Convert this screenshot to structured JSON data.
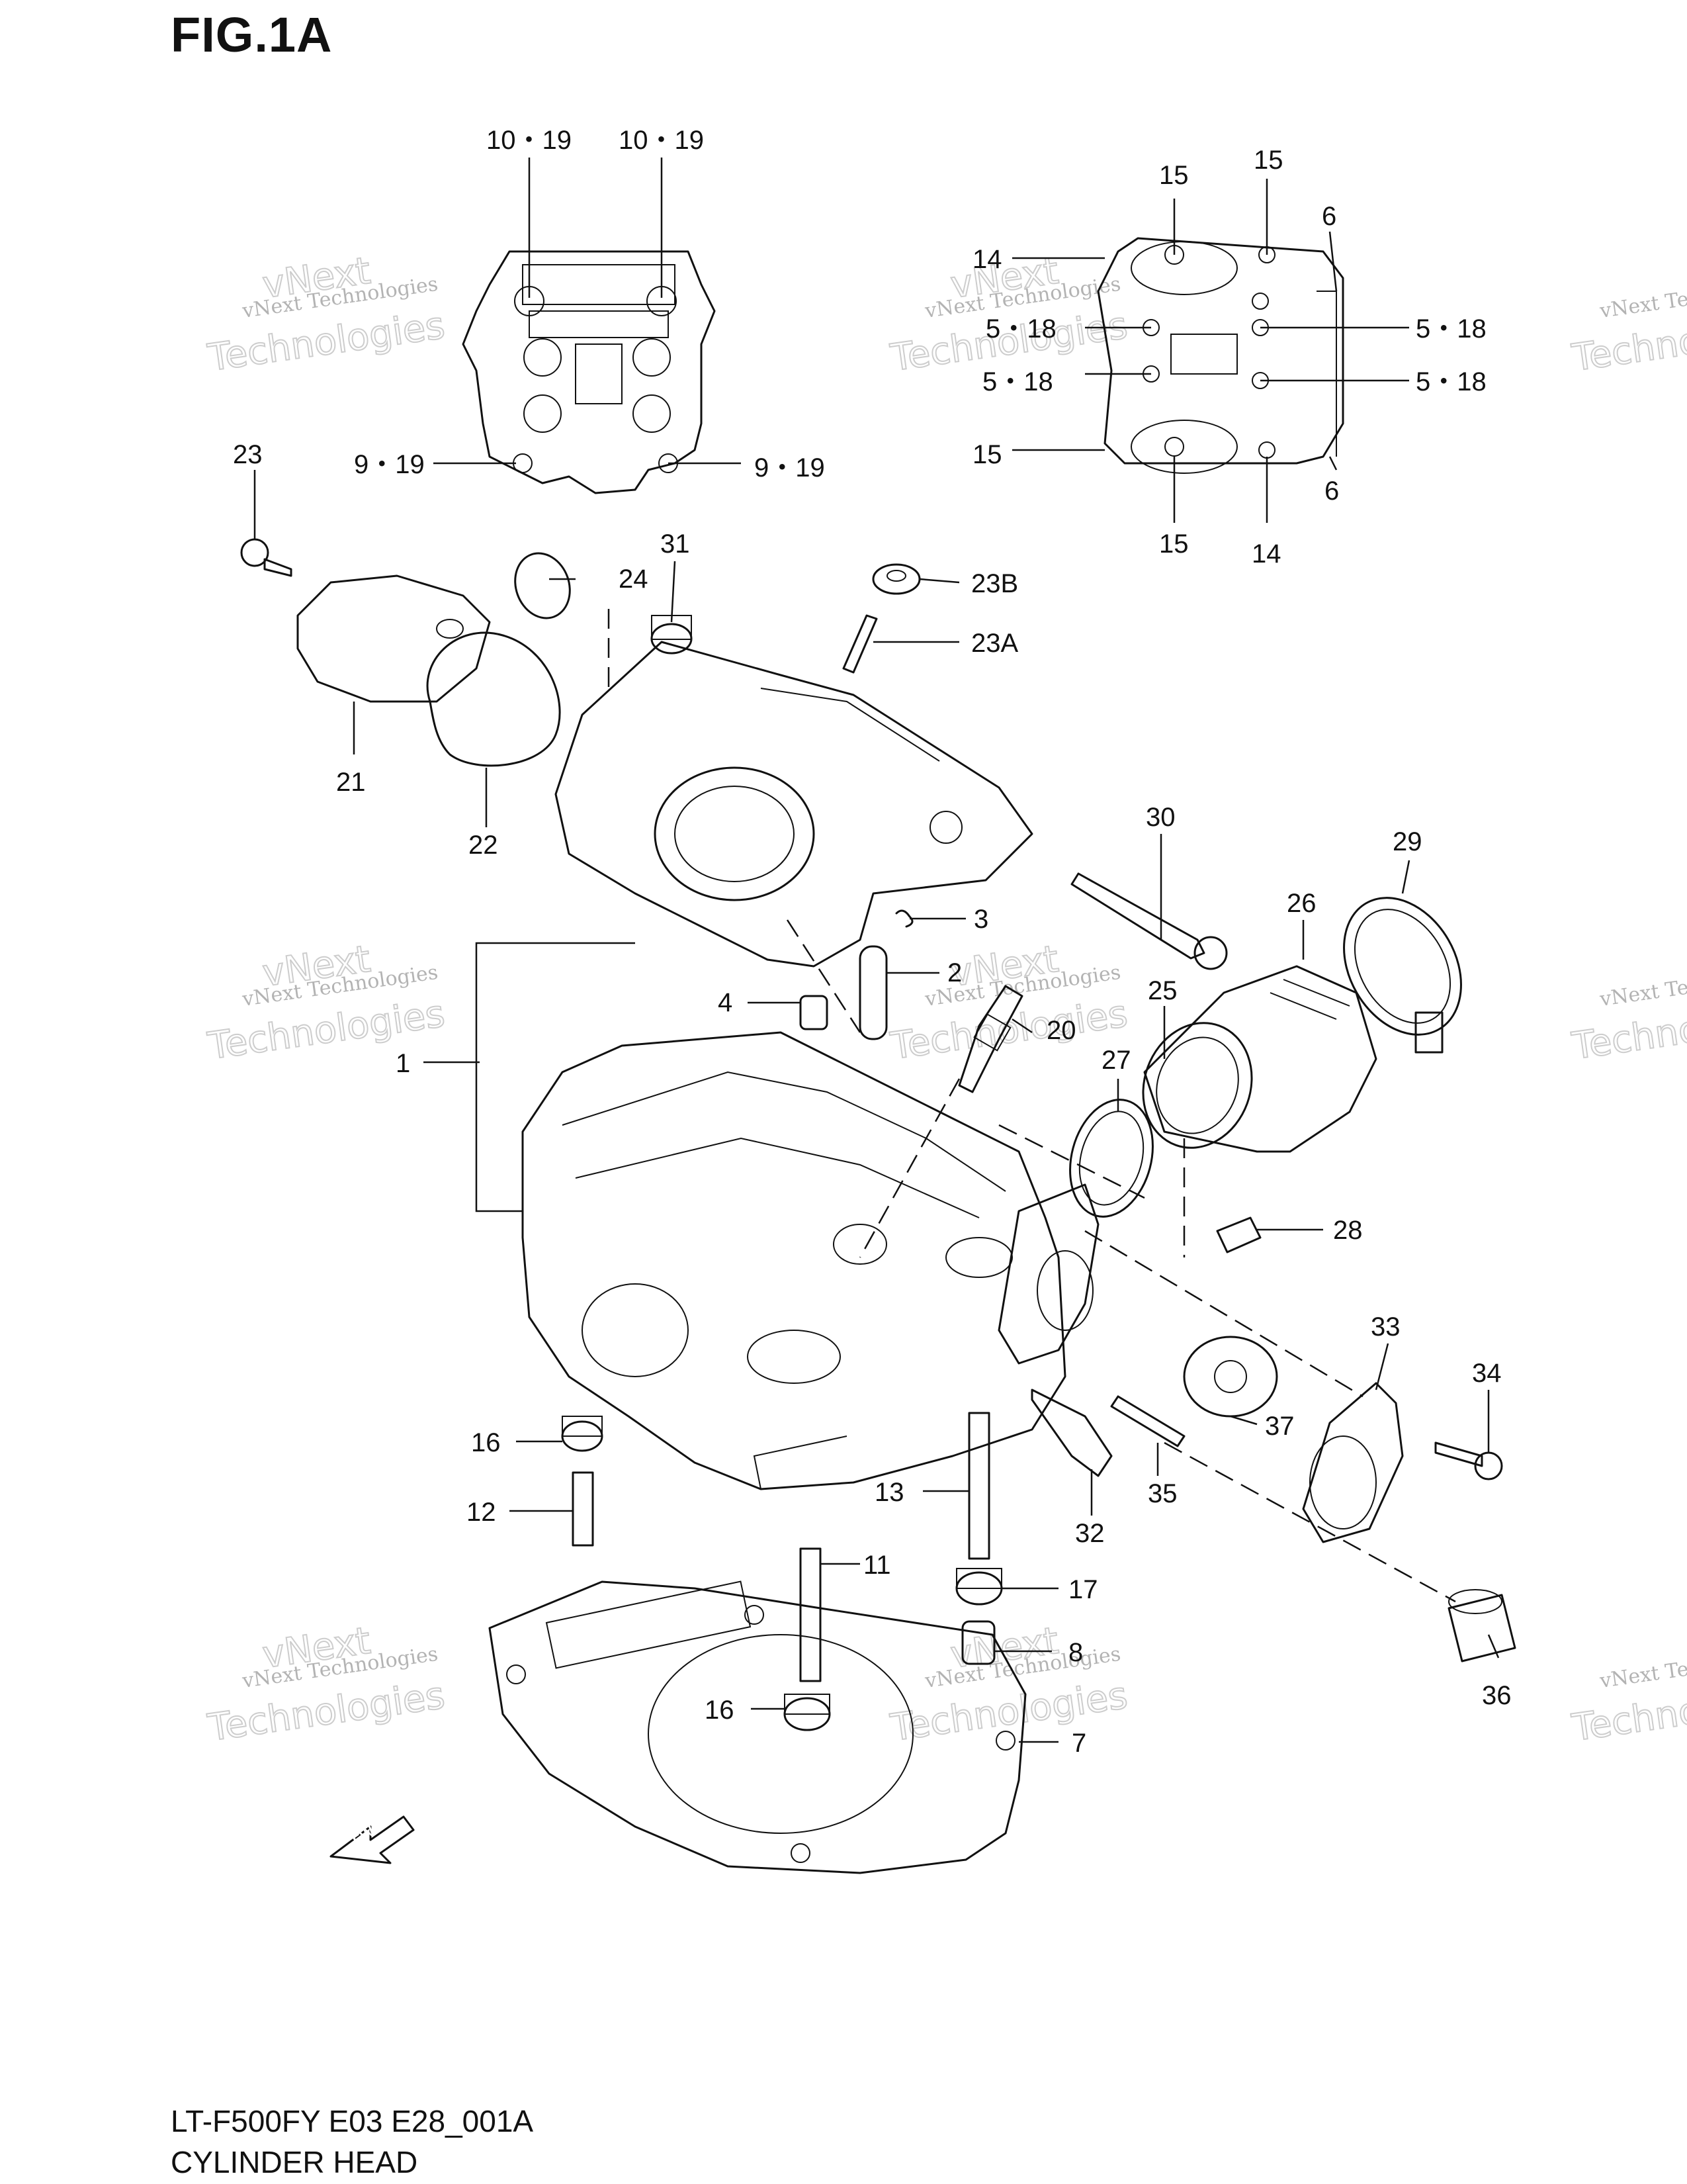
{
  "figure": {
    "title": "FIG.1A",
    "model_code": "LT-F500FY E03 E28_001A",
    "section_name": "CYLINDER HEAD"
  },
  "watermark": {
    "line1": "vNext Technologies",
    "line2": "vNext",
    "line3": "Technologies"
  },
  "fwd_label": "FWD",
  "callouts": [
    "10・19",
    "10・19",
    "9・19",
    "9・19",
    "15",
    "15",
    "15",
    "15",
    "14",
    "14",
    "6",
    "6",
    "5・18",
    "5・18",
    "5・18",
    "5・18",
    "23",
    "24",
    "31",
    "23B",
    "23A",
    "21",
    "22",
    "30",
    "29",
    "26",
    "3",
    "2",
    "4",
    "20",
    "25",
    "27",
    "1",
    "28",
    "33",
    "34",
    "37",
    "16",
    "12",
    "13",
    "32",
    "35",
    "11",
    "17",
    "8",
    "16",
    "7",
    "36"
  ],
  "colors": {
    "ink": "#111111",
    "watermark": "#9a9a9a"
  }
}
